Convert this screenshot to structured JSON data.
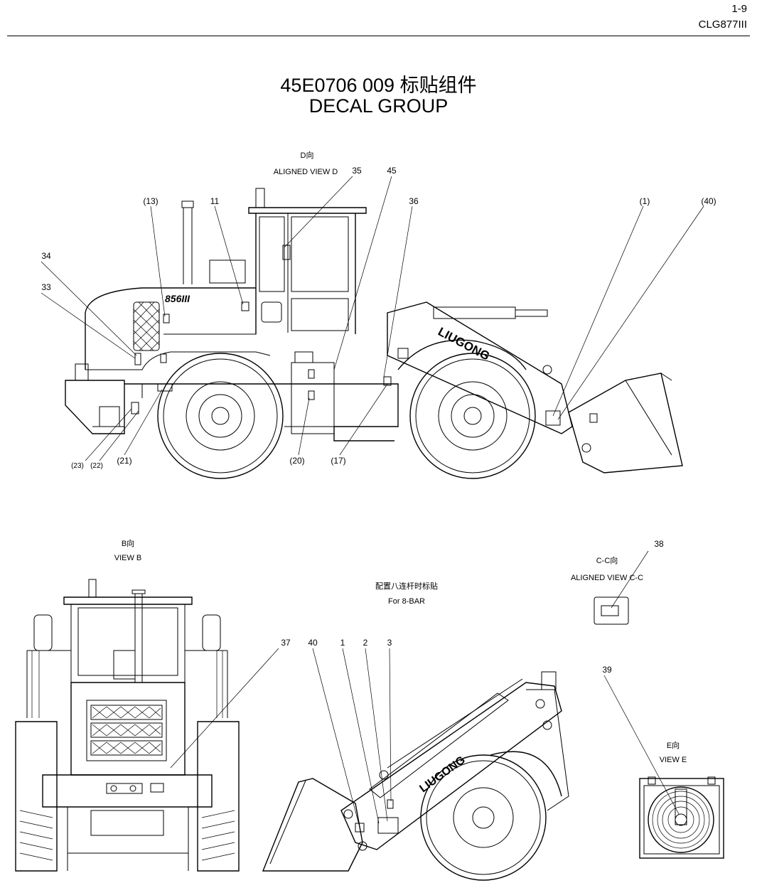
{
  "header": {
    "page_number": "1-9",
    "model": "CLG877III",
    "title_line1": "45E0706 009  标贴组件",
    "title_line2": "DECAL GROUP"
  },
  "side_view": {
    "view_label_cn": "D向",
    "view_label_en": "ALIGNED VIEW D",
    "model_badge": "856III",
    "brand_text": "LIUGONG",
    "callouts": {
      "c35": "35",
      "c45": "45",
      "c36": "36",
      "c13": "(13)",
      "c11": "11",
      "c1": "(1)",
      "c40": "(40)",
      "c34": "34",
      "c33": "33",
      "c23": "(23)",
      "c22": "(22)",
      "c21": "(21)",
      "c20": "(20)",
      "c17": "(17)"
    }
  },
  "view_b": {
    "label_cn": "B向",
    "label_en": "VIEW B",
    "callouts": {
      "c37": "37"
    }
  },
  "eight_bar": {
    "label_cn": "配置八连杆时标贴",
    "label_en": "For 8-BAR",
    "brand_text": "LIUGONG",
    "callouts": {
      "c40": "40",
      "c1": "1",
      "c2": "2",
      "c3": "3"
    }
  },
  "view_c": {
    "label_cn": "C-C向",
    "label_en": "ALIGNED VIEW C-C",
    "callouts": {
      "c38": "38"
    }
  },
  "view_e": {
    "label_cn": "E向",
    "label_en": "VIEW E",
    "callouts": {
      "c39": "39"
    }
  }
}
